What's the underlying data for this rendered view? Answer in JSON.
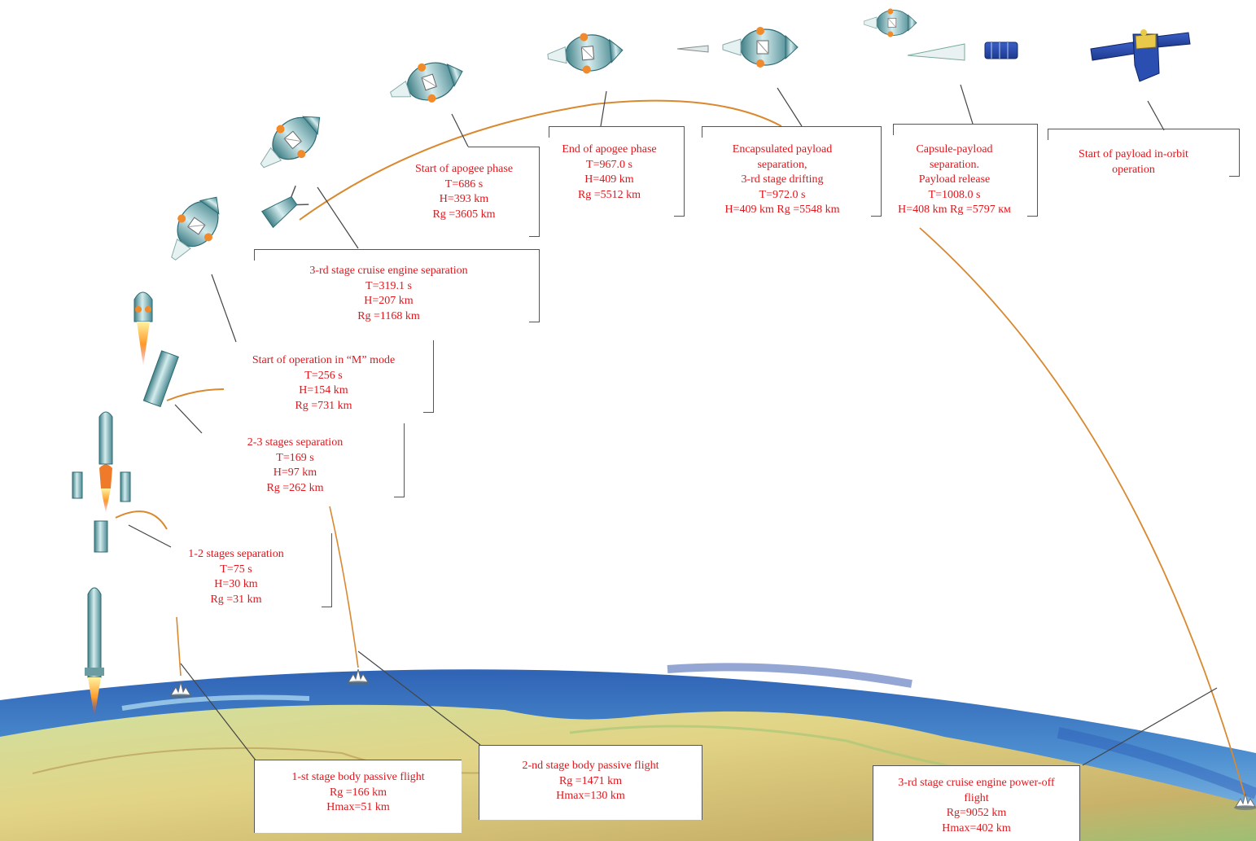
{
  "colors": {
    "label_text": "#e0151b",
    "trajectory": "#d9892f",
    "ocean": "#3f7cc4",
    "land": "#d9cf7a",
    "leader": "#444444"
  },
  "events": [
    {
      "id": "stage12",
      "lines": [
        "1-2 stages separation",
        "T=75 s",
        "H=30 km",
        "Rg =31 km"
      ]
    },
    {
      "id": "stage23",
      "lines": [
        "2-3 stages separation",
        "T=169 s",
        "H=97 km",
        "Rg =262 km"
      ]
    },
    {
      "id": "mmode",
      "lines": [
        "Start of operation in “M” mode",
        "T=256 s",
        "H=154 km",
        "Rg =731 km"
      ]
    },
    {
      "id": "cruise_sep",
      "lines": [
        "3-rd stage cruise engine separation",
        "T=319.1 s",
        "H=207 km",
        "Rg =1168 km"
      ]
    },
    {
      "id": "apogee_start",
      "lines": [
        "Start of apogee phase",
        "T=686 s",
        "H=393 km",
        "Rg =3605 km"
      ]
    },
    {
      "id": "apogee_end",
      "lines": [
        "End of apogee phase",
        "T=967.0 s",
        "H=409 km",
        "Rg =5512 km"
      ]
    },
    {
      "id": "encap",
      "lines": [
        "Encapsulated payload",
        "separation,",
        "3-rd stage drifting",
        "T=972.0 s",
        "H=409 km  Rg =5548 km"
      ]
    },
    {
      "id": "capsule",
      "lines": [
        "Capsule-payload",
        "separation.",
        "Payload release",
        "T=1008.0 s",
        "H=408 km Rg =5797 км"
      ]
    },
    {
      "id": "orbit",
      "lines": [
        "Start of payload in-orbit",
        "operation"
      ]
    }
  ],
  "passive_flights": [
    {
      "id": "pf1",
      "lines": [
        "1-st stage body passive flight",
        "Rg =166 km",
        "Hmax=51 km"
      ]
    },
    {
      "id": "pf2",
      "lines": [
        "2-nd stage body passive flight",
        "Rg =1471 km",
        "Hmax=130 km"
      ]
    },
    {
      "id": "pf3",
      "lines": [
        "3-rd stage cruise engine power-off",
        "flight",
        "Rg=9052 km",
        "Hmax=402 km"
      ]
    }
  ],
  "icons": [
    "rocket-launch-icon",
    "stage-separation-icon",
    "upper-stage-icon",
    "fairing-icon",
    "payload-capsule-icon",
    "satellite-icon",
    "impact-splash-icon"
  ]
}
